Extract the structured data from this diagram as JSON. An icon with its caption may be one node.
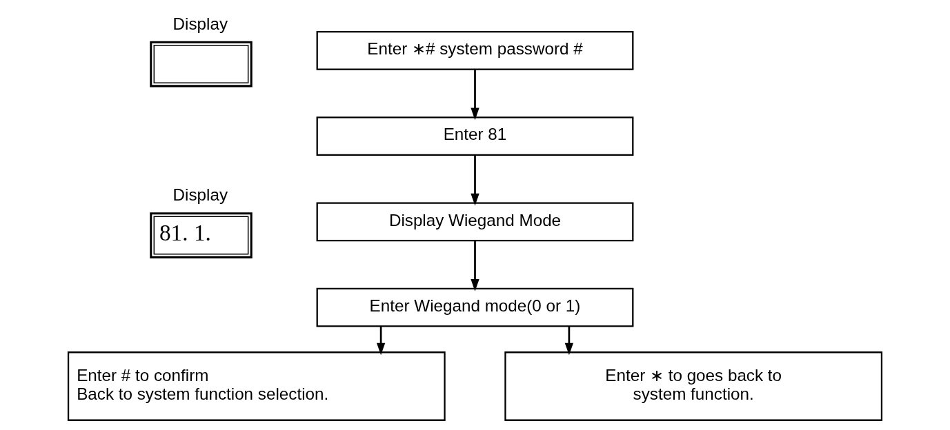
{
  "diagram": {
    "nodes": [
      {
        "text": [],
        "shape": "box",
        "beside": [
          "Display"
        ]
      },
      {
        "text": [
          "Enter ∗# system password #"
        ]
      },
      {
        "text": [
          "Enter 81"
        ]
      },
      {
        "text": [
          "81. 1."
        ],
        "beside": [
          "Display"
        ]
      },
      {
        "text": [
          "Display Wiegand Mode"
        ]
      },
      {
        "text": [
          "Enter Wiegand mode(0 or 1)"
        ]
      },
      {
        "text": [
          "Enter # to confirm",
          "Back to system function selection."
        ]
      },
      {
        "text": [
          "Enter ∗ to goes back to system function."
        ]
      }
    ],
    "edges": [
      {
        "from": 1,
        "to": 2,
        "arrow": "to"
      },
      {
        "from": 2,
        "to": 4,
        "arrow": "to"
      },
      {
        "from": 4,
        "to": 5,
        "arrow": "to"
      },
      {
        "from": 5,
        "to": 6,
        "arrow": "to"
      },
      {
        "from": 5,
        "to": 7,
        "arrow": "to"
      }
    ]
  }
}
